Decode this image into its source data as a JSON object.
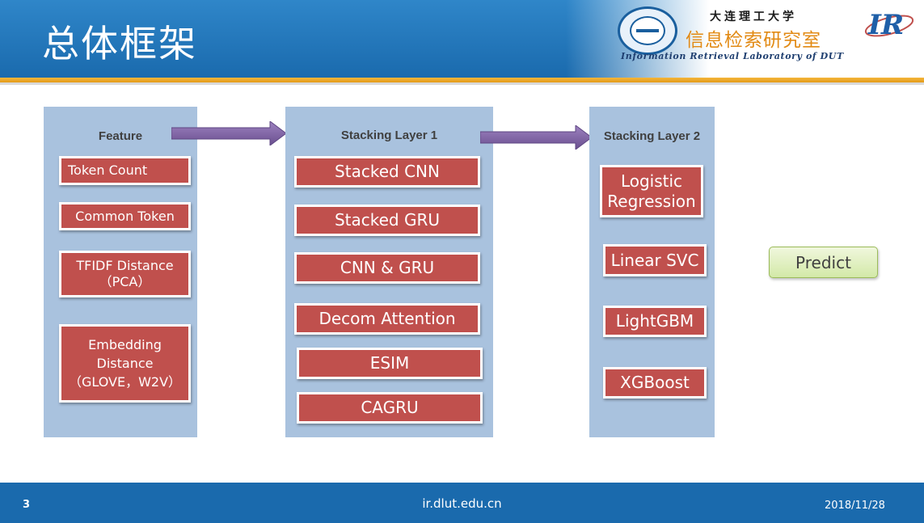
{
  "header": {
    "title": "总体框架",
    "logo_university": "大连理工大学",
    "logo_lab": "信息检索研究室",
    "logo_english": "Information Retrieval Laboratory of DUT",
    "logo_mark": "IR"
  },
  "columns": {
    "feature": {
      "title": "Feature",
      "items": [
        "Token Count",
        "Common Token",
        "TFIDF Distance\n（PCA）",
        "Embedding\nDistance\n（GLOVE，W2V）"
      ]
    },
    "layer1": {
      "title": "Stacking Layer 1",
      "items": [
        "Stacked CNN",
        "Stacked GRU",
        "CNN & GRU",
        "Decom Attention",
        "ESIM",
        "CAGRU"
      ]
    },
    "layer2": {
      "title": "Stacking Layer 2",
      "items": [
        "Logistic\nRegression",
        "Linear SVC",
        "LightGBM",
        "XGBoost"
      ]
    }
  },
  "predict": {
    "label": "Predict"
  },
  "footer": {
    "page_number": "3",
    "url": "ir.dlut.edu.cn",
    "date": "2018/11/28"
  },
  "colors": {
    "header_blue": "#1a6aad",
    "accent_orange": "#e39b19",
    "column_bg": "#a9c2de",
    "box_red": "#c0504d",
    "arrow_purple": "#8064a2",
    "predict_green": "#d3e9a8"
  }
}
